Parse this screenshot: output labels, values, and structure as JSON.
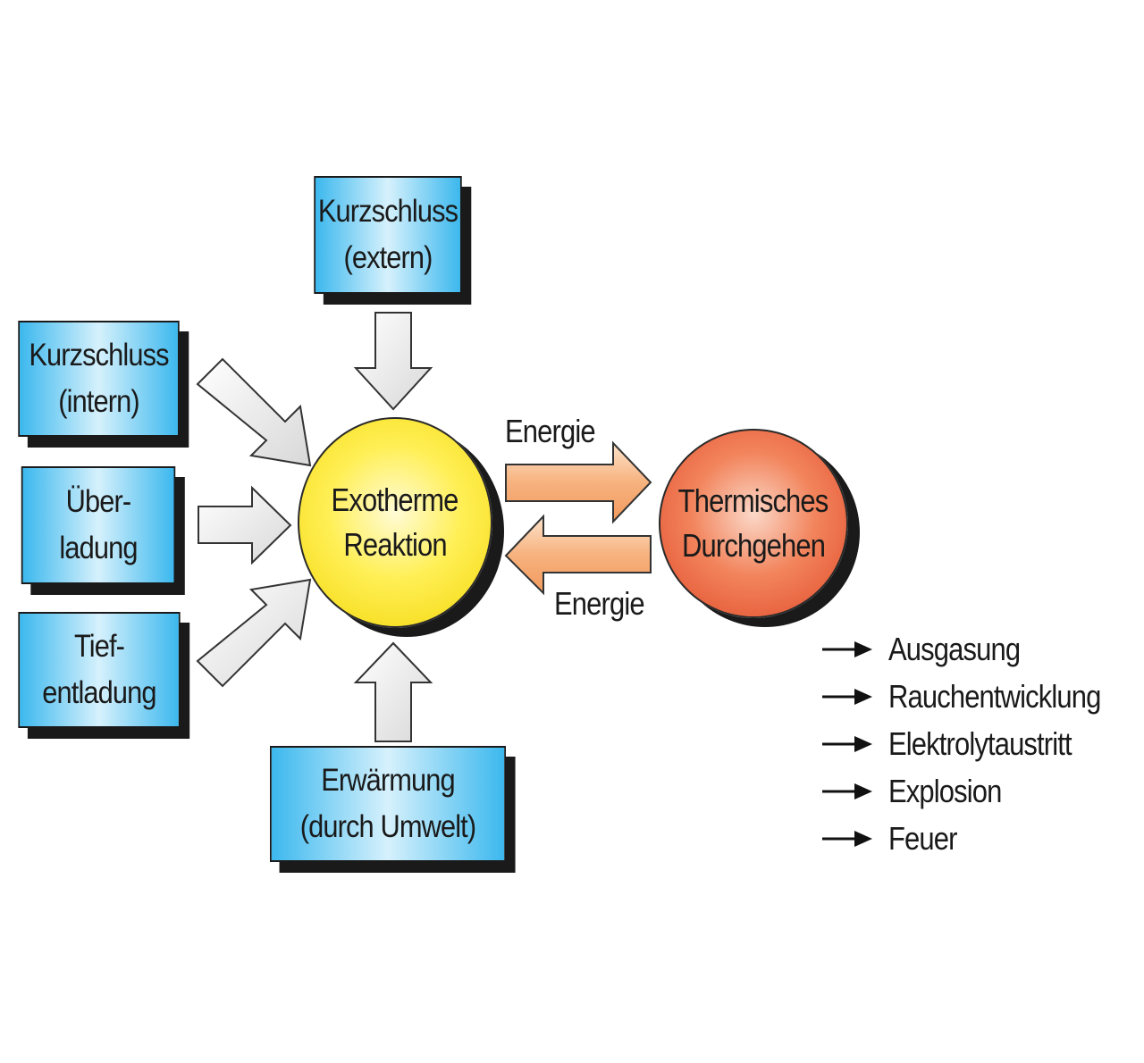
{
  "causes": {
    "short_external": [
      "Kurzschluss",
      "(extern)"
    ],
    "short_internal": [
      "Kurzschluss",
      "(intern)"
    ],
    "overcharge": [
      "Über-",
      "ladung"
    ],
    "deep_discharge": [
      "Tief-",
      "entladung"
    ],
    "heating": [
      "Erwärmung",
      "(durch Umwelt)"
    ]
  },
  "center": {
    "reaction": [
      "Exotherme",
      "Reaktion"
    ],
    "runaway": [
      "Thermisches",
      "Durchgehen"
    ]
  },
  "energy_labels": {
    "forward": "Energie",
    "backward": "Energie"
  },
  "consequences": [
    "Ausgasung",
    "Rauchentwicklung",
    "Elektrolytaustritt",
    "Explosion",
    "Feuer"
  ],
  "colors": {
    "box_blue": "#3cb8ee",
    "reaction_yellow": "#f3d70b",
    "runaway_red": "#e04a2a",
    "energy_arrow": "#f7b27e",
    "input_arrow": "#e9e9e9"
  }
}
